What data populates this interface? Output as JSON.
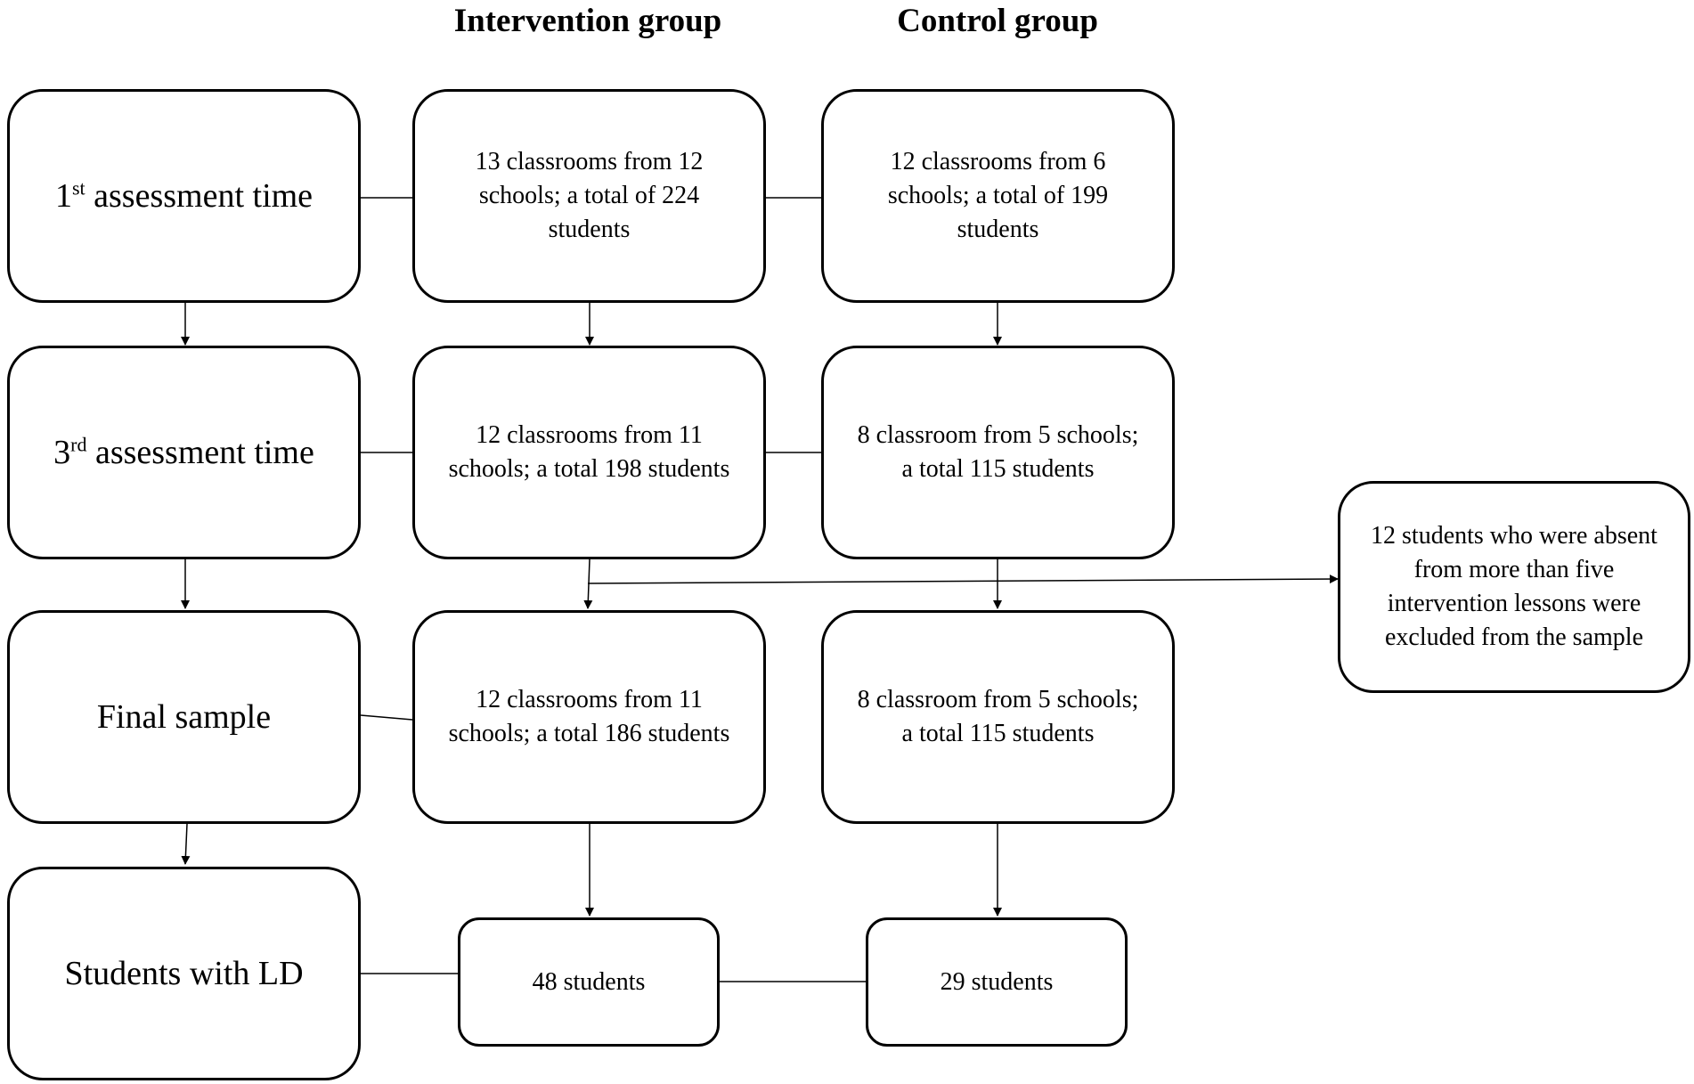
{
  "headers": {
    "intervention": "Intervention group",
    "control": "Control group"
  },
  "rows": [
    {
      "label": {
        "pre": "1",
        "sup": "st",
        "post": " assessment time"
      },
      "intervention": "13 classrooms from 12 schools; a total of 224 students",
      "control": "12 classrooms from 6 schools; a total of 199 students"
    },
    {
      "label": {
        "pre": "3",
        "sup": "rd",
        "post": " assessment time"
      },
      "intervention": "12 classrooms from 11 schools; a total 198 students",
      "control": "8 classroom from 5 schools; a total 115 students"
    },
    {
      "label": {
        "pre": "Final sample",
        "sup": "",
        "post": ""
      },
      "intervention": "12 classrooms from 11 schools; a total 186 students",
      "control": "8 classroom from 5 schools; a total 115 students"
    },
    {
      "label": {
        "pre": "Students with LD",
        "sup": "",
        "post": ""
      },
      "intervention": "48 students",
      "control": "29 students"
    }
  ],
  "exclusion": "12 students who were absent from more than five intervention lessons were excluded from the sample"
}
